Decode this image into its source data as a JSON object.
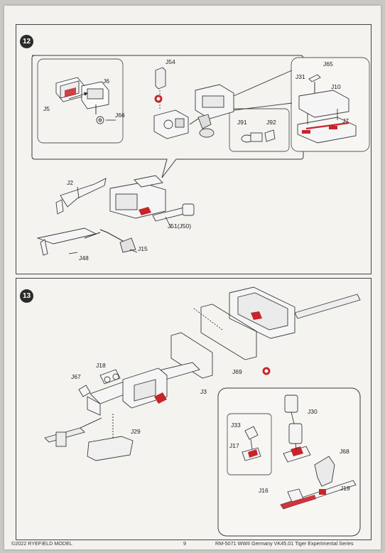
{
  "steps": {
    "step12": {
      "number": "12",
      "labels": {
        "J54": "J54",
        "J6": "J6",
        "J5": "J5",
        "J66": "J66",
        "J65": "J65",
        "J31": "J31",
        "J10": "J10",
        "J91": "J91",
        "J92": "J92",
        "J7": "J7",
        "J2": "J2",
        "J51": "J51(J50)",
        "J15": "J15",
        "J48": "J48"
      }
    },
    "step13": {
      "number": "13",
      "labels": {
        "J18": "J18",
        "J67": "J67",
        "J69": "J69",
        "J3": "J3",
        "J29": "J29",
        "J30": "J30",
        "J33": "J33",
        "J17": "J17",
        "J68": "J68",
        "J16": "J16",
        "J19": "J19"
      }
    }
  },
  "footer": {
    "copyright": "©2022 RYEFIELD MODEL",
    "page": "9",
    "product": "RM-5071 WWII Germany VK45.01 Tiger Experimental Series"
  },
  "colors": {
    "accent_red": "#c8242b",
    "line": "#3a3a3a"
  }
}
